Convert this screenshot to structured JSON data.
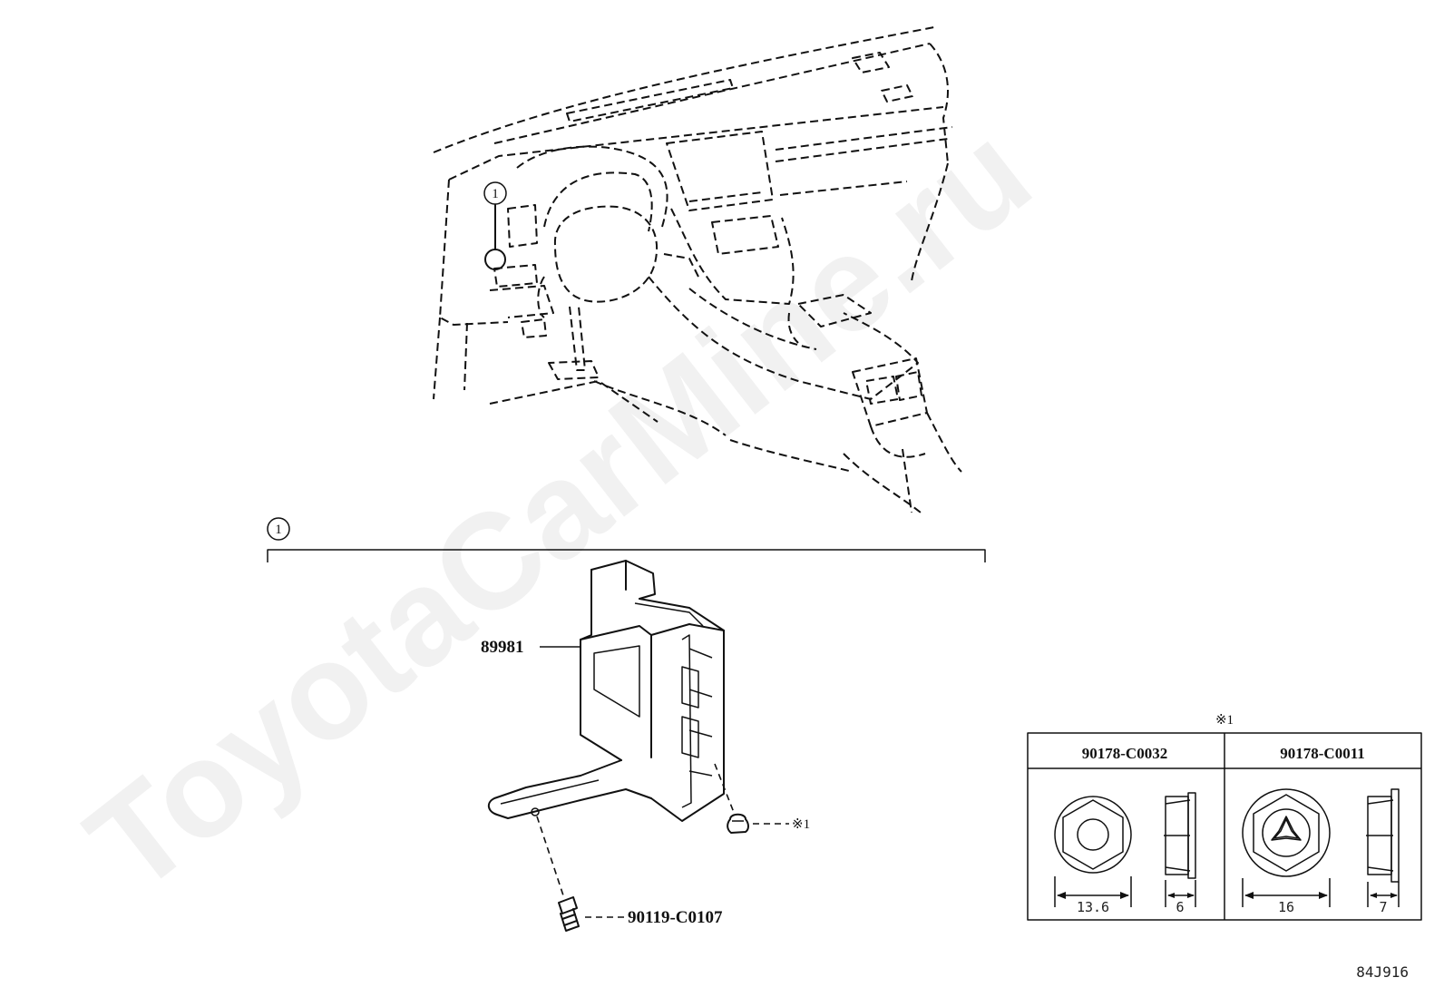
{
  "watermark": "ToyotaCarMine.ru",
  "callouts": {
    "main": "1",
    "detail": "1"
  },
  "parts": {
    "ecu": "89981",
    "bolt": "90119-C0107",
    "nut_ref": "※1"
  },
  "nut_table": {
    "title": "※1",
    "columns": [
      {
        "part": "90178-C0032",
        "diameter": "13.6",
        "thickness": "6"
      },
      {
        "part": "90178-C0011",
        "diameter": "16",
        "thickness": "7"
      }
    ]
  },
  "figure_code": "84J916"
}
